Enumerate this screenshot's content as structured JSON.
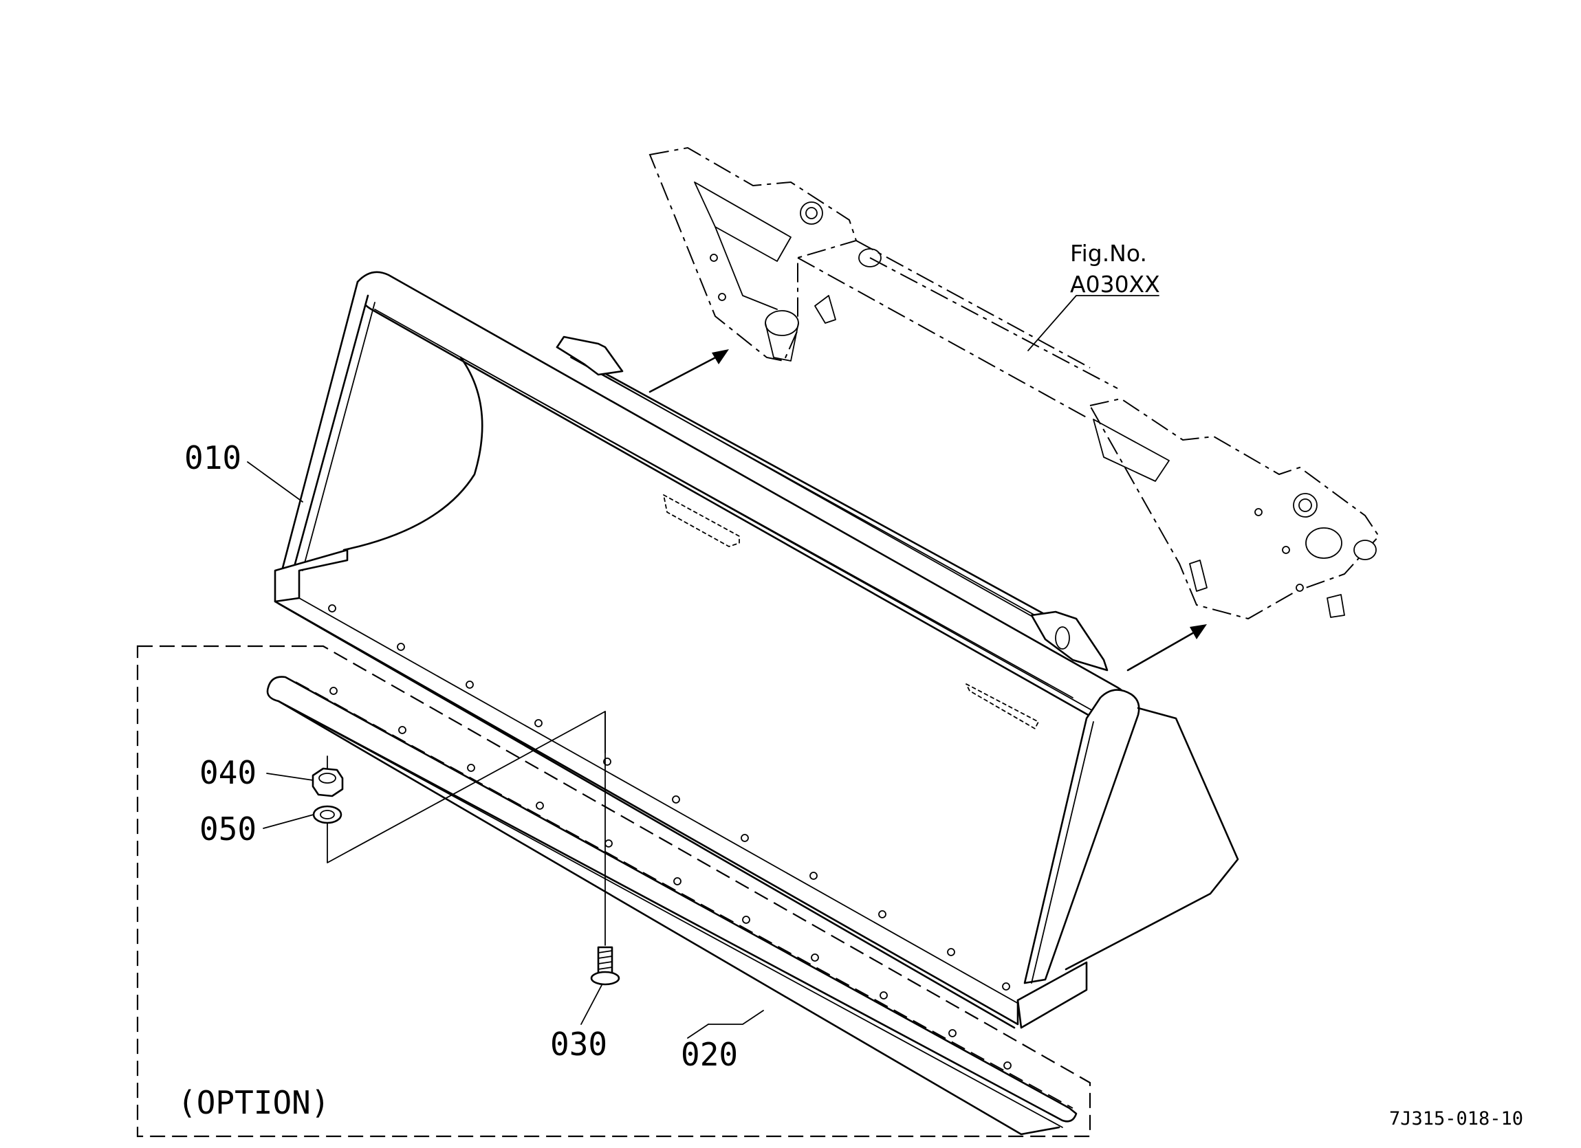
{
  "parts": [
    {
      "number": "010"
    },
    {
      "number": "020"
    },
    {
      "number": "030"
    },
    {
      "number": "040"
    },
    {
      "number": "050"
    }
  ],
  "reference": {
    "line1": "Fig.No.",
    "line2": "A030XX"
  },
  "option_label": "(OPTION)",
  "drawing_code": "7J315-018-10"
}
